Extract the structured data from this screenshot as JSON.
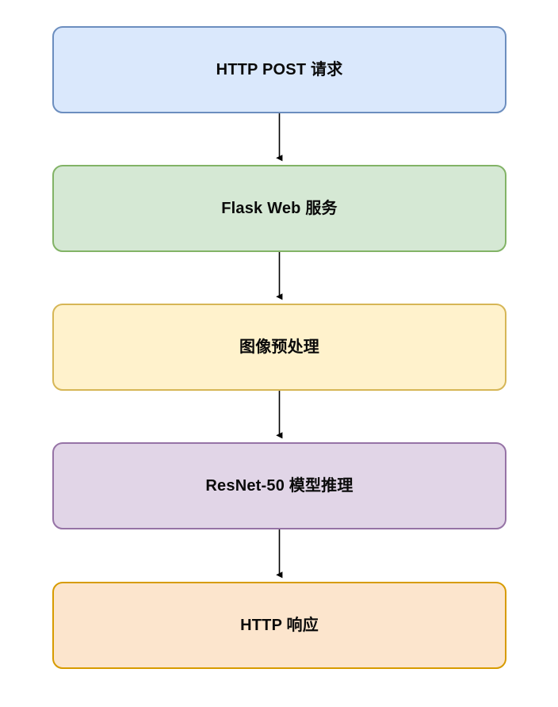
{
  "diagram": {
    "type": "flowchart",
    "orientation": "top-to-bottom",
    "background_color": "#ffffff",
    "nodes": [
      {
        "id": "http-post-request",
        "label": "HTTP POST 请求",
        "fill_color": "#dae8fc",
        "border_color": "#6c8ebf",
        "text_color": "#0a0a0a"
      },
      {
        "id": "flask-web-service",
        "label": "Flask Web 服务",
        "fill_color": "#d5e8d4",
        "border_color": "#82b366",
        "text_color": "#0a0a0a"
      },
      {
        "id": "image-preprocessing",
        "label": "图像预处理",
        "fill_color": "#fff2cc",
        "border_color": "#d6b656",
        "text_color": "#0a0a0a"
      },
      {
        "id": "resnet50-inference",
        "label": "ResNet-50 模型推理",
        "fill_color": "#e1d5e7",
        "border_color": "#9673a6",
        "text_color": "#0a0a0a"
      },
      {
        "id": "http-response",
        "label": "HTTP 响应",
        "fill_color": "#fce5cd",
        "border_color": "#d79b00",
        "text_color": "#0a0a0a"
      }
    ],
    "edges": [
      {
        "id": "edge-1",
        "from": "http-post-request",
        "to": "flask-web-service",
        "label": "",
        "color": "#000000",
        "arrowhead": "solid-triangle"
      },
      {
        "id": "edge-2",
        "from": "flask-web-service",
        "to": "image-preprocessing",
        "label": "",
        "color": "#000000",
        "arrowhead": "solid-triangle"
      },
      {
        "id": "edge-3",
        "from": "image-preprocessing",
        "to": "resnet50-inference",
        "label": "",
        "color": "#000000",
        "arrowhead": "solid-triangle"
      },
      {
        "id": "edge-4",
        "from": "resnet50-inference",
        "to": "http-response",
        "label": "",
        "color": "#000000",
        "arrowhead": "solid-triangle"
      }
    ]
  }
}
